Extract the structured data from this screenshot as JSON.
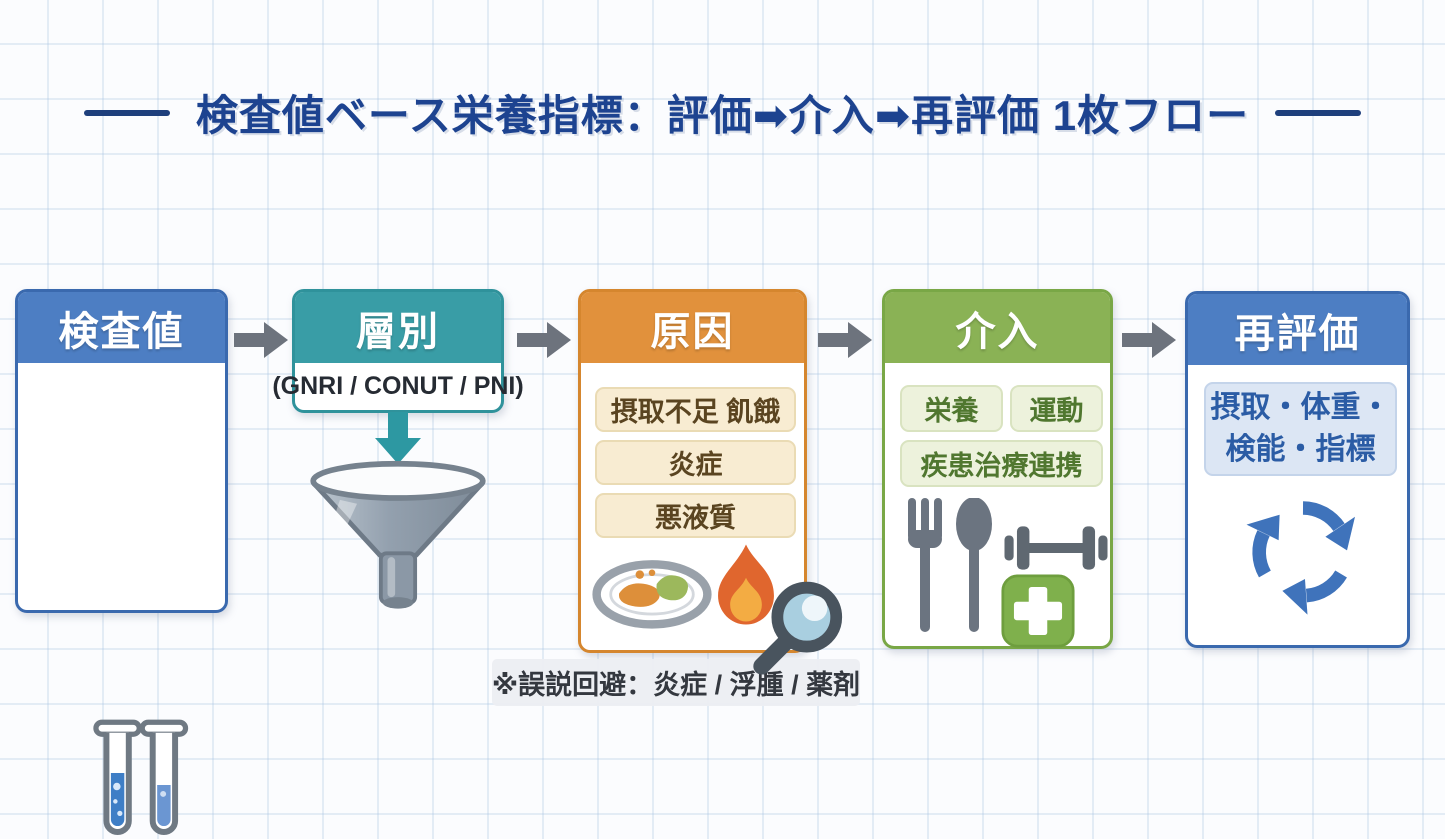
{
  "title": {
    "text": "検査値ベース栄養指標：評価➡介入➡再評価 1枚フロー"
  },
  "stages": [
    {
      "label": "検査値",
      "accent_color": "#4d7ec3",
      "icon": "test-tubes"
    },
    {
      "label": "層別",
      "accent_color": "#399da6",
      "subtitle": "(GNRI / CONUT / PNI)",
      "icon": "funnel"
    },
    {
      "label": "原因",
      "accent_color": "#e1913c",
      "items": [
        "摂取不足 飢餓",
        "炎症",
        "悪液質"
      ],
      "icons": [
        "meal-plate",
        "flame",
        "magnifier"
      ]
    },
    {
      "label": "介入",
      "accent_color": "#8ab255",
      "items": [
        "栄養",
        "運動",
        "疾患治療連携"
      ],
      "icons": [
        "fork-and-spoon",
        "dumbbell",
        "medical-plus"
      ]
    },
    {
      "label": "再評価",
      "accent_color": "#4d7ec3",
      "lines": [
        "摂取・体重・",
        "検能・指標"
      ],
      "icon": "cycle-arrows"
    }
  ],
  "note": {
    "text": "※誤説回避：炎症 / 浮腫 / 薬剤"
  },
  "colors": {
    "title_text": "#1d4390",
    "connector_arrow": "#6d737d",
    "down_arrow": "#2d98a2",
    "cause_pill_bg": "#f8ecd2",
    "intervention_pill_bg": "#edf2dc",
    "reassess_pill_bg": "#dce6f4",
    "background_grid": "#adc6e2"
  }
}
